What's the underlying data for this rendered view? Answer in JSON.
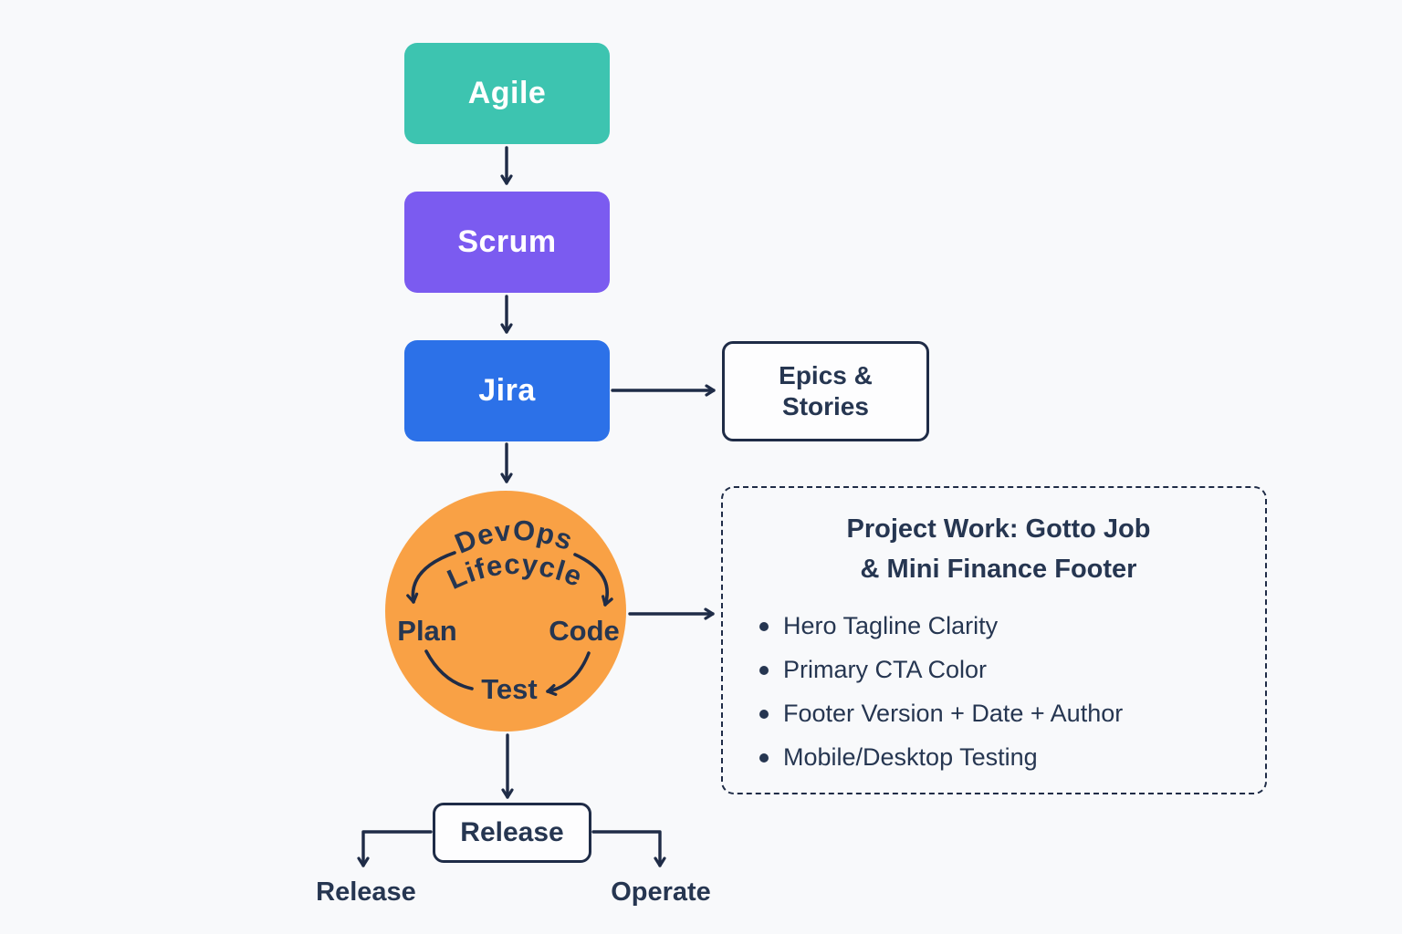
{
  "colors": {
    "teal": "#3DC4B0",
    "purple": "#7B5BF0",
    "blue": "#2C71E8",
    "orange": "#F9A145",
    "navy": "#1F2C47",
    "text-dark": "#263651",
    "box-bg": "#FDFDFE",
    "bg": "#F8F9FB",
    "white": "#FFFFFF"
  },
  "nodes": {
    "agile": {
      "label": "Agile"
    },
    "scrum": {
      "label": "Scrum"
    },
    "jira": {
      "label": "Jira"
    },
    "epics": {
      "line1": "Epics &",
      "line2": "Stories"
    },
    "release_box": {
      "label": "Release"
    }
  },
  "lifecycle": {
    "title_line1": "DevOps",
    "title_line2": "Lifecycle",
    "steps": [
      "Plan",
      "Code",
      "Test"
    ]
  },
  "project_panel": {
    "title_line1": "Project Work: Gotto Job",
    "title_line2": "& Mini Finance Footer",
    "bullets": [
      "Hero Tagline Clarity",
      "Primary CTA Color",
      "Footer Version + Date + Author",
      "Mobile/Desktop Testing"
    ]
  },
  "outputs": {
    "release": "Release",
    "operate": "Operate"
  }
}
